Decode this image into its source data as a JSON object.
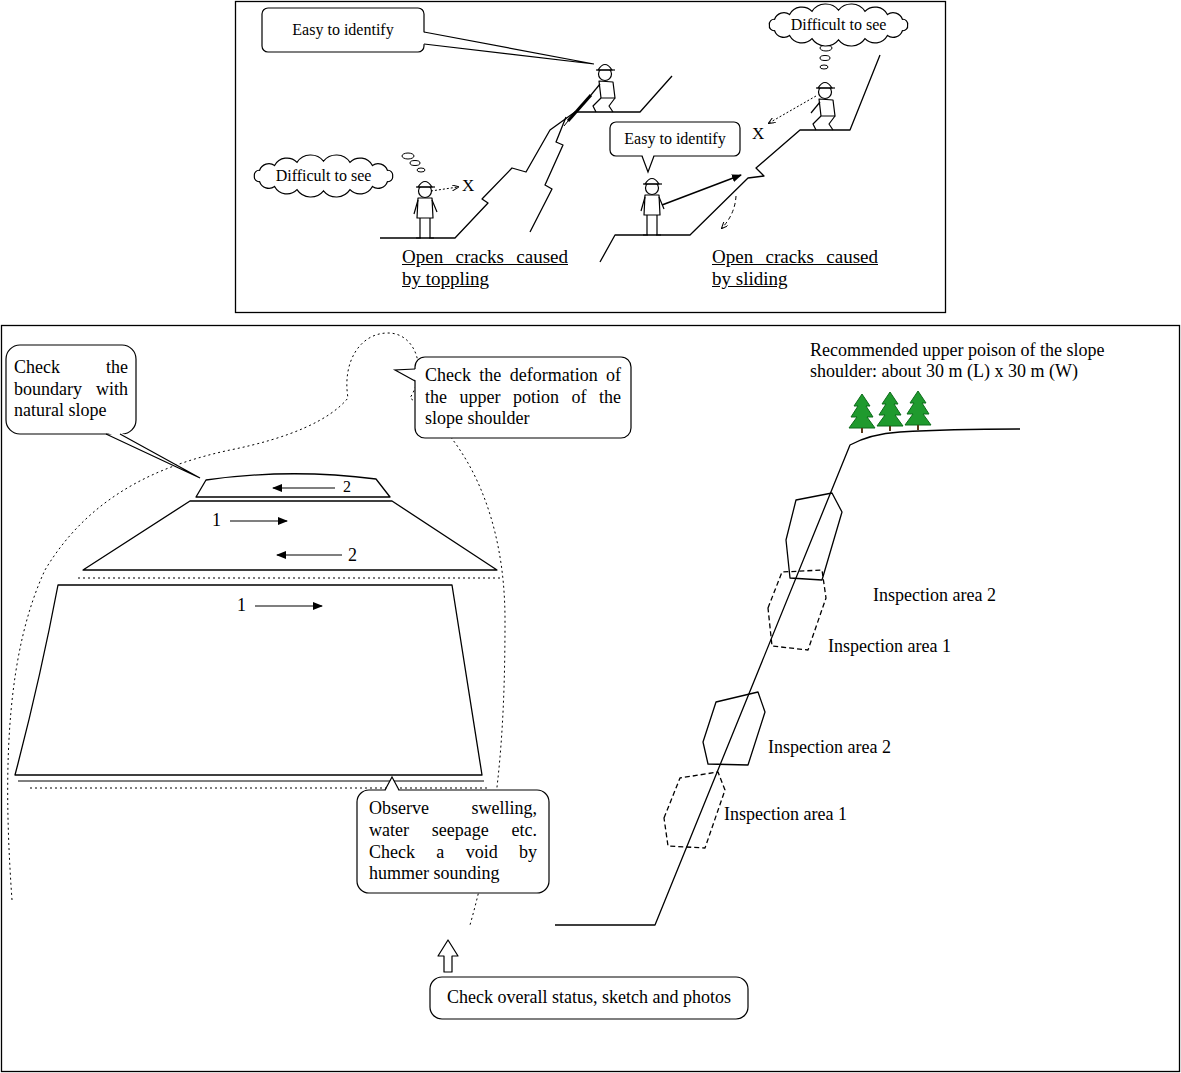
{
  "diagram": {
    "nodes": [
      {
        "text": [
          "Easy to identify"
        ]
      },
      {
        "text": [
          "Difficult to see"
        ]
      },
      {
        "text": [
          "Easy to identify"
        ]
      },
      {
        "text": [
          "Difficult to see"
        ]
      },
      {
        "text": [
          "Check the boundary with natural slope"
        ]
      },
      {
        "text": [
          "Check the deformation of the upper potion of the slope shoulder"
        ]
      },
      {
        "text": [
          "Observe swelling, water seepage etc. Check a void by hummer sounding"
        ]
      },
      {
        "text": [
          "Check overall status, sketch and photos"
        ]
      }
    ],
    "labels": [
      "X",
      "X",
      "Open cracks caused by toppling",
      "Open cracks caused by sliding",
      "2",
      "1",
      "2",
      "1",
      "Recommended upper poison of the slope shoulder: about 30 m (L) x 30 m (W)",
      "Inspection area 2",
      "Inspection area 1",
      "Inspection area 2",
      "Inspection area 1"
    ]
  }
}
